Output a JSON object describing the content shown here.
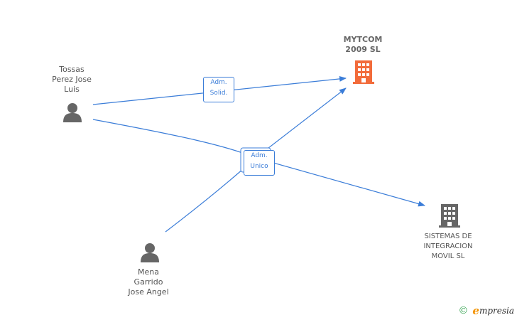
{
  "nodes": {
    "person_tossas": {
      "lines": [
        "Tossas",
        "Perez Jose",
        "Luis"
      ],
      "icon": "person-icon"
    },
    "person_mena": {
      "lines": [
        "Mena",
        "Garrido",
        "Jose Angel"
      ],
      "icon": "person-icon"
    },
    "company_mytcom": {
      "lines": [
        "MYTCOM",
        "2009 SL"
      ],
      "icon": "building-icon",
      "color": "#f26b3a"
    },
    "company_sistemas": {
      "lines": [
        "SISTEMAS DE",
        "INTEGRACION",
        "MOVIL SL"
      ],
      "icon": "building-icon",
      "color": "#666666"
    }
  },
  "relations": {
    "adm_solid": {
      "lines": [
        "Adm.",
        "Solid."
      ]
    },
    "adm_unico": {
      "lines": [
        "Adm.",
        "Unico"
      ]
    }
  },
  "colors": {
    "edge": "#3b7dd8",
    "person": "#666666",
    "highlight_company": "#f26b3a",
    "company": "#666666"
  },
  "brand": {
    "copyright": "©",
    "initial": "e",
    "rest": "mpresia"
  }
}
